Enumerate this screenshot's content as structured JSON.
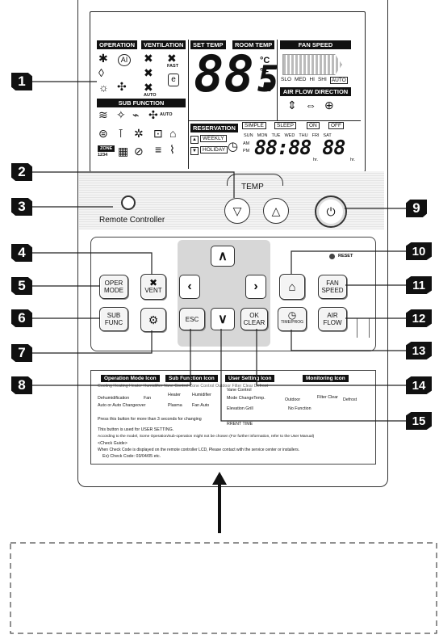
{
  "lcd": {
    "operation": "OPERATION",
    "ventilation": "VENTILATION",
    "set_temp": "SET TEMP",
    "room_temp": "ROOM TEMP",
    "fan_speed": "FAN SPEED",
    "fan_levels": [
      "SLO",
      "MED",
      "HI",
      "SHI",
      "AUTO"
    ],
    "air_flow_direction": "AIR FLOW DIRECTION",
    "sub_function": "SUB FUNCTION",
    "auto": "AUTO",
    "fast": "FAST",
    "ai": "AI",
    "zone": "ZONE",
    "zone_digits": "1234",
    "unit_c": "°C",
    "unit_f": "°F",
    "big_digits": "88.",
    "big_digit_small": "5",
    "reservation": "RESERVATION",
    "simple": "SIMPLE",
    "sleep": "SLEEP",
    "on": "ON",
    "off": "OFF",
    "weekly": "WEEKLY",
    "holiday": "HOLIDAY",
    "days": [
      "SUN",
      "MON",
      "TUE",
      "WED",
      "THU",
      "FRI",
      "SAT"
    ],
    "am": "AM",
    "pm": "PM",
    "time_digits": "88:88 88",
    "hr1": "hr.",
    "hr2": "hr."
  },
  "controls": {
    "remote_controller": "Remote Controller",
    "temp": "TEMP",
    "reset": "RESET",
    "oper_mode": "OPER\nMODE",
    "sub_func": "SUB\nFUNC",
    "vent": "VENT",
    "esc": "ESC",
    "ok_clear": "OK\nCLEAR",
    "fan_speed": "FAN\nSPEED",
    "air_flow": "AIR\nFLOW",
    "time_prog": "TIME/PROG"
  },
  "badges": [
    "1",
    "2",
    "3",
    "4",
    "5",
    "6",
    "7",
    "8",
    "9",
    "10",
    "11",
    "12",
    "13",
    "14",
    "15"
  ],
  "guide": {
    "headers": [
      "Operation Mode Icon",
      "Sub Function Icon",
      "User Setting Icon",
      "Monitoring Icon"
    ],
    "row_top": "Cooling   Heating   Heater   Humidifier   Vane Control   Zone Control   Outdoor   Filter Clear   Defrost",
    "dehum": "Dehumidification",
    "fan": "Fan",
    "auto_change": "Auto or Auto Changeover",
    "heater": "Heater",
    "humidifier": "Humidifier",
    "plasma": "Plasma",
    "fan_auto": "Fan Auto",
    "vane": "Vane Control",
    "mode_change": "Mode ChangeTemp.",
    "elevation": "Elevation Grill",
    "outdoor": "Outdoor",
    "filter_clear": "Filter Clear",
    "defrost": "Defrost",
    "no_function": "No Function",
    "line1": "Press this button for more than 3 seconds for changing",
    "line1b": "RRENT TIME",
    "line2": "This button is used for USER SETTING.",
    "line3": "According to the model, Some Operation/sub-operation might not be chosen (For further information, refer to the User Manual)",
    "check_guide": "<Check Guide>",
    "line4": "When Check Code is displayed on the remote controller LCD, Please contact with the service center or installers.",
    "line5": "Ex) Check Code: 03/04/05 etc."
  }
}
